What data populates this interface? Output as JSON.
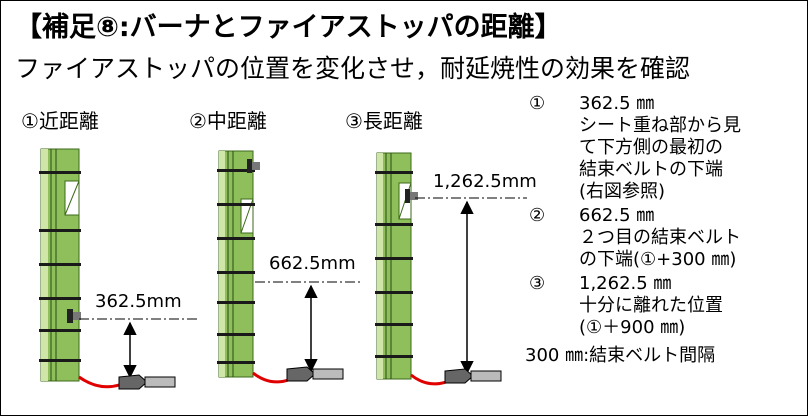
{
  "title": "【補足⑧:バーナとファイアストッパの距離】",
  "subtitle": "ファイアストッパの位置を変化させ，耐延焼性の効果を確認",
  "cases": [
    {
      "label": "①近距離",
      "distance": "362.5mm"
    },
    {
      "label": "②中距離",
      "distance": "662.5mm"
    },
    {
      "label": "③長距離",
      "distance": "1,262.5mm"
    }
  ],
  "notes": {
    "n1_num": "①",
    "n1_value": "362.5 ㎜",
    "n1_l1": "シート重ね部から見",
    "n1_l2": "て下方側の最初の",
    "n1_l3": "結束ベルトの下端",
    "n1_l4": "(右図参照)",
    "n2_num": "②",
    "n2_value": "662.5 ㎜",
    "n2_l1": "２つ目の結束ベルト",
    "n2_l2": "の下端(①+300 ㎜)",
    "n3_num": "③",
    "n3_value": "1,262.5 ㎜",
    "n3_l1": "十分に離れた位置",
    "n3_l2": "(①＋900 ㎜)",
    "footer": "300 ㎜:結束ベルト間隔"
  },
  "colors": {
    "panel_green": "#8fbf5a",
    "panel_light": "#cfe6a8",
    "panel_dark": "#3c6a1a",
    "band": "#1a1a1a",
    "hose": "#e00000",
    "burner_body": "#bbbbbb"
  }
}
